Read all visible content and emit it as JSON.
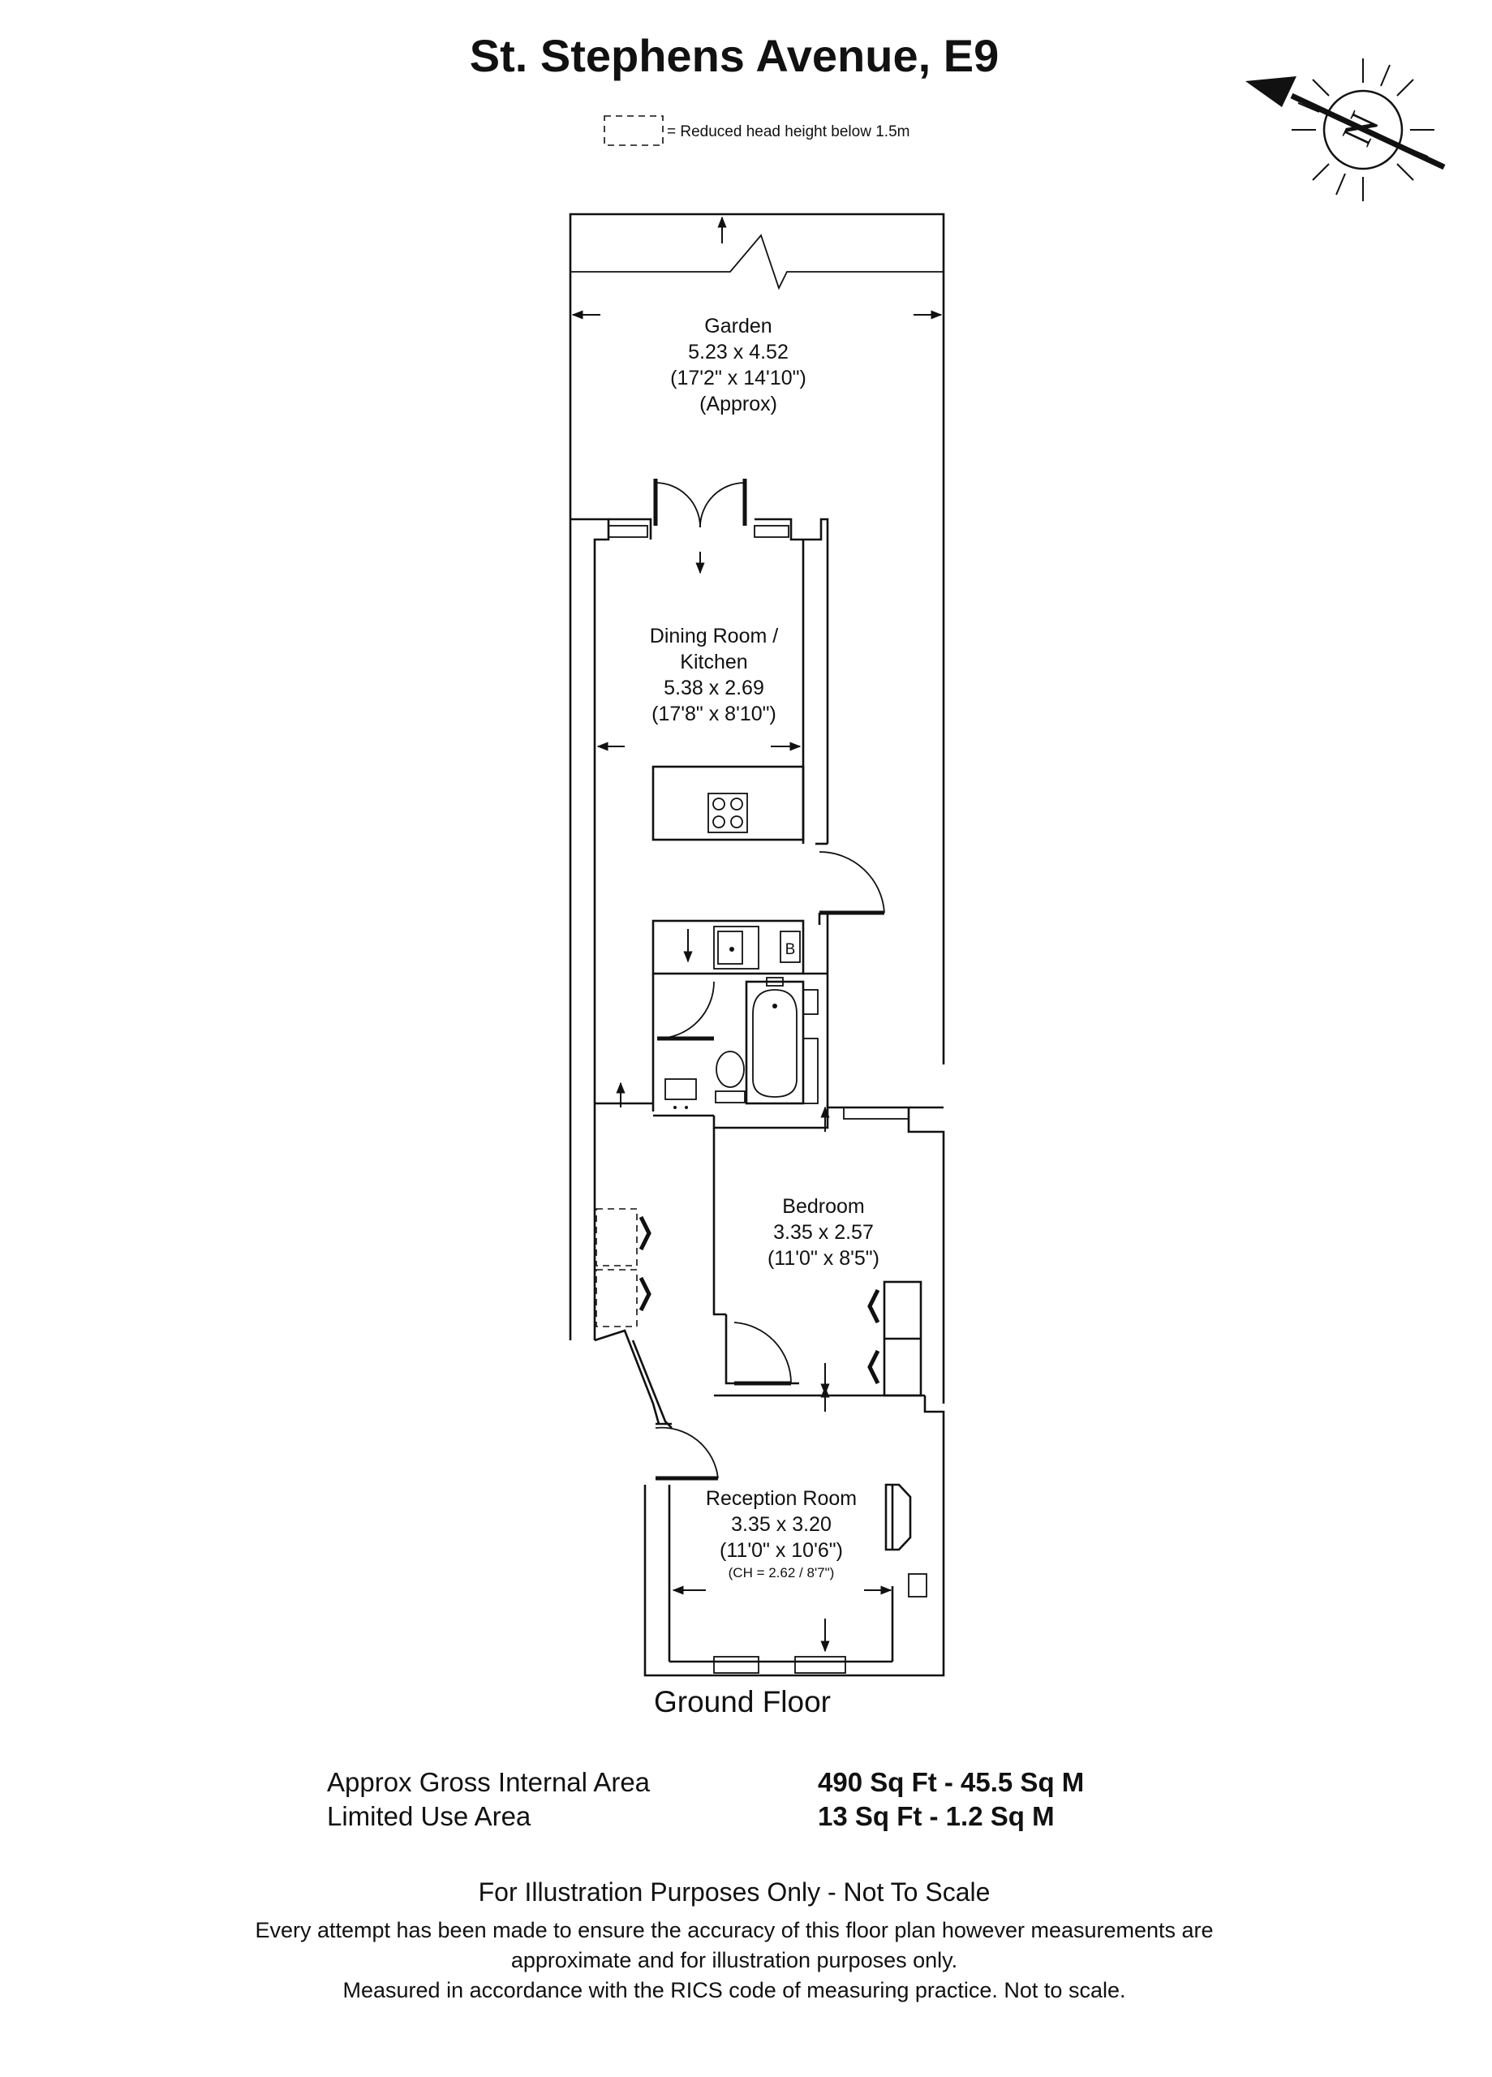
{
  "title": "St. Stephens Avenue, E9",
  "legend": {
    "text": "= Reduced head height below 1.5m"
  },
  "compass": {
    "letter": "N"
  },
  "rooms": [
    {
      "id": "garden",
      "name": "Garden",
      "metric": "5.23 x 4.52",
      "imperial": "(17'2\" x 14'10\")",
      "note": "(Approx)"
    },
    {
      "id": "dining",
      "name_line1": "Dining Room /",
      "name_line2": "Kitchen",
      "metric": "5.38 x 2.69",
      "imperial": "(17'8\" x 8'10\")"
    },
    {
      "id": "bedroom",
      "name": "Bedroom",
      "metric": "3.35 x 2.57",
      "imperial": "(11'0\" x 8'5\")"
    },
    {
      "id": "reception",
      "name": "Reception Room",
      "metric": "3.35 x 3.20",
      "imperial": "(11'0\" x 10'6\")",
      "ceiling": "(CH = 2.62 / 8'7\")"
    }
  ],
  "boiler_label": "B",
  "floor_label": "Ground Floor",
  "areas": [
    {
      "label": "Approx Gross Internal Area",
      "value": "490 Sq Ft - 45.5 Sq M"
    },
    {
      "label": "Limited Use Area",
      "value": "13 Sq Ft - 1.2 Sq M"
    }
  ],
  "disclaimer": {
    "heading": "For Illustration Purposes Only - Not To Scale",
    "line1": "Every attempt has been made to ensure the accuracy of this floor plan however measurements are",
    "line2": "approximate and for illustration purposes only.",
    "line3": "Measured in accordance with the RICS code of measuring practice. Not to scale."
  }
}
